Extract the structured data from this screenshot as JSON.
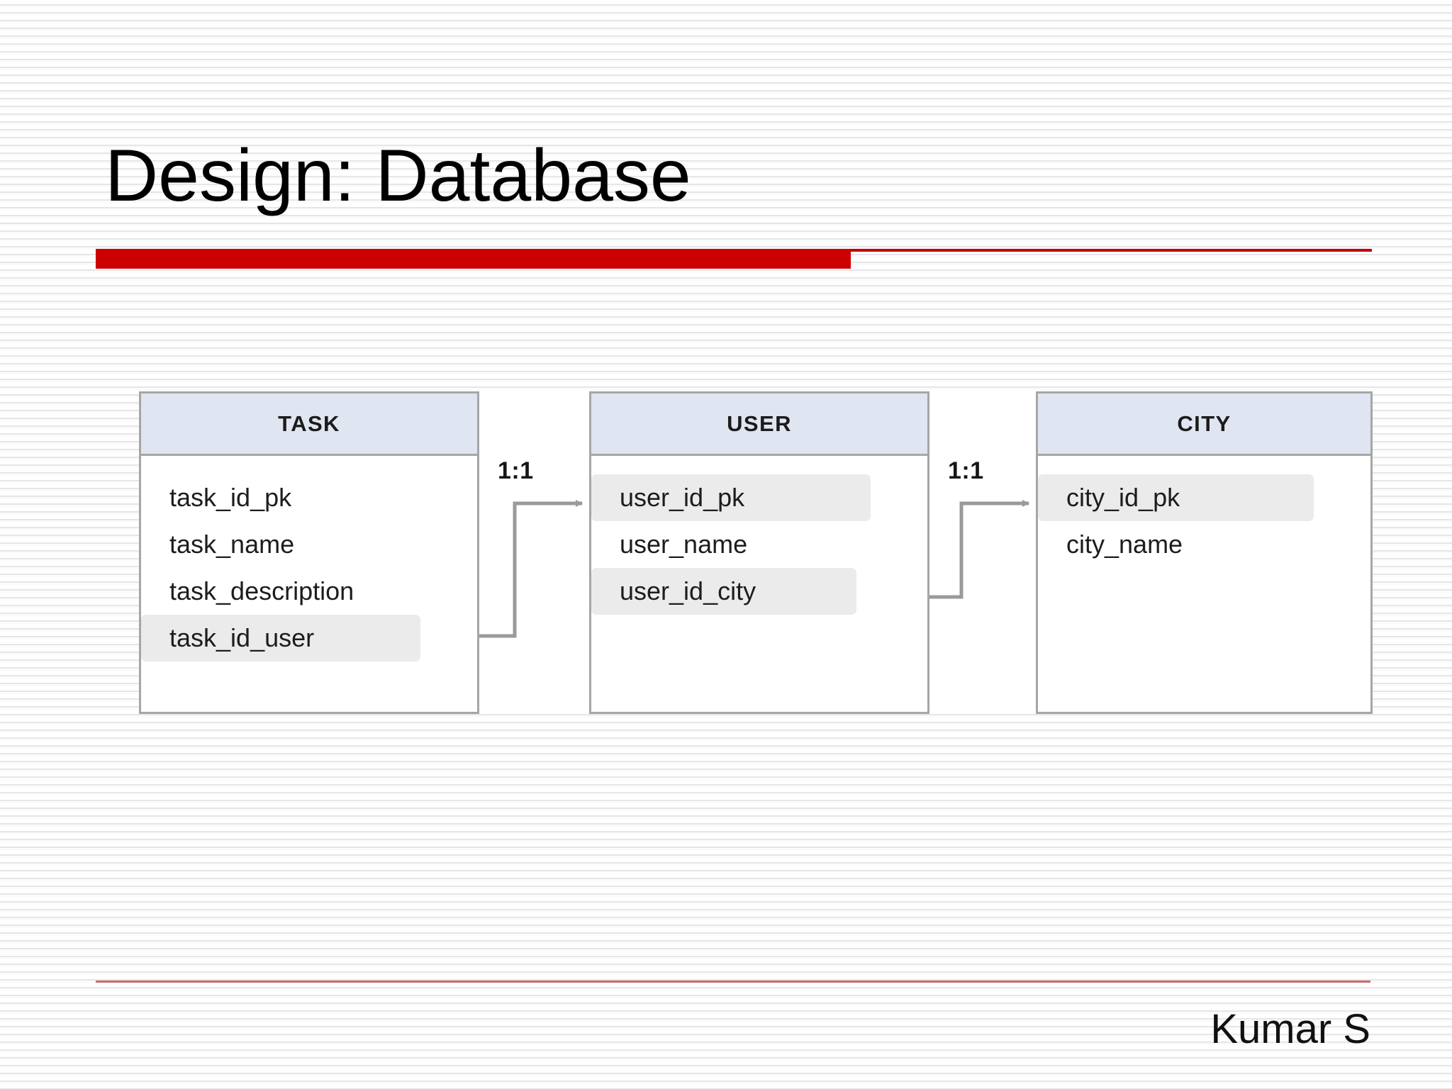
{
  "slide": {
    "title": "Design:  Database",
    "footer_author": "Kumar S",
    "accent_color": "#cc0000",
    "footer_rule_color": "#c0504d"
  },
  "diagram": {
    "type": "entity-relationship-diagram",
    "entities": [
      {
        "name": "TASK",
        "fields": [
          {
            "label": "task_id_pk",
            "highlighted": false
          },
          {
            "label": "task_name",
            "highlighted": false
          },
          {
            "label": "task_description",
            "highlighted": false
          },
          {
            "label": "task_id_user",
            "highlighted": true
          }
        ]
      },
      {
        "name": "USER",
        "fields": [
          {
            "label": "user_id_pk",
            "highlighted": true
          },
          {
            "label": "user_name",
            "highlighted": false
          },
          {
            "label": "user_id_city",
            "highlighted": true
          }
        ]
      },
      {
        "name": "CITY",
        "fields": [
          {
            "label": "city_id_pk",
            "highlighted": true
          },
          {
            "label": "city_name",
            "highlighted": false
          }
        ]
      }
    ],
    "relationships": [
      {
        "label": "1:1",
        "from": "TASK.task_id_user",
        "to": "USER.user_id_pk"
      },
      {
        "label": "1:1",
        "from": "USER.user_id_city",
        "to": "CITY.city_id_pk"
      }
    ],
    "header_fill": "#dfe5f1",
    "border_color": "#a6a6a6",
    "key_fill": "#ebebeb",
    "connector_color": "#9a9a9a"
  }
}
